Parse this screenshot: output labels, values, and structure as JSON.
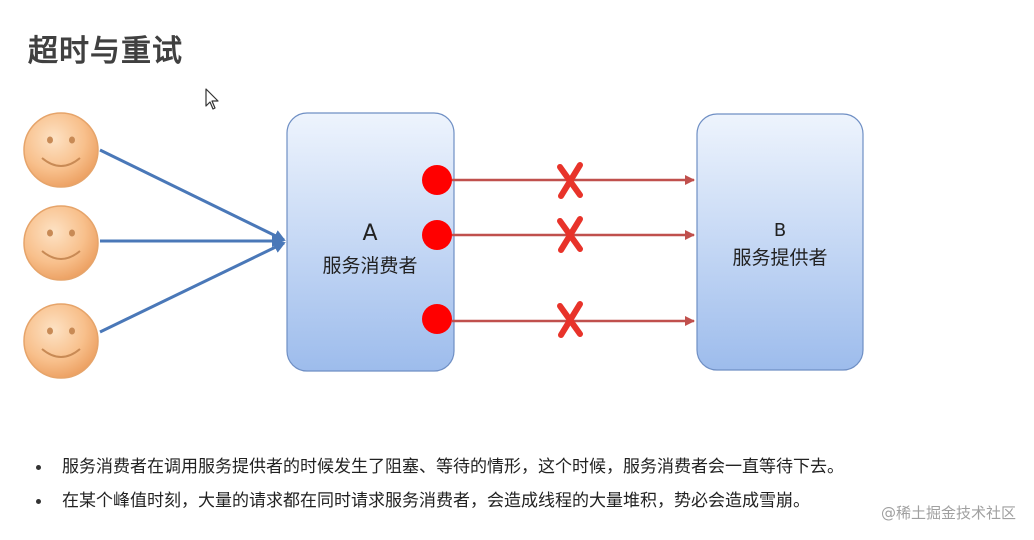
{
  "title": "超时与重试",
  "consumer": {
    "letter": "A",
    "label": "服务消费者"
  },
  "provider": {
    "letter": "B",
    "label": "服务提供者"
  },
  "bullets": [
    "服务消费者在调用服务提供者的时候发生了阻塞、等待的情形，这个时候，服务消费者会一直等待下去。",
    "在某个峰值时刻，大量的请求都在同时请求服务消费者，会造成线程的大量堆积，势必会造成雪崩。"
  ],
  "watermark": "@稀土掘金技术社区",
  "colors": {
    "box_top": "#eef4fd",
    "box_bottom": "#9dbcec",
    "box_border": "#6f8fc4",
    "blue_arrow": "#4a78b8",
    "red_arrow": "#c0504d",
    "red_dot": "#ff0000",
    "face": "#f7b982"
  },
  "icons": [
    "smiley-face-icon",
    "x-mark-icon",
    "mouse-cursor-icon"
  ]
}
